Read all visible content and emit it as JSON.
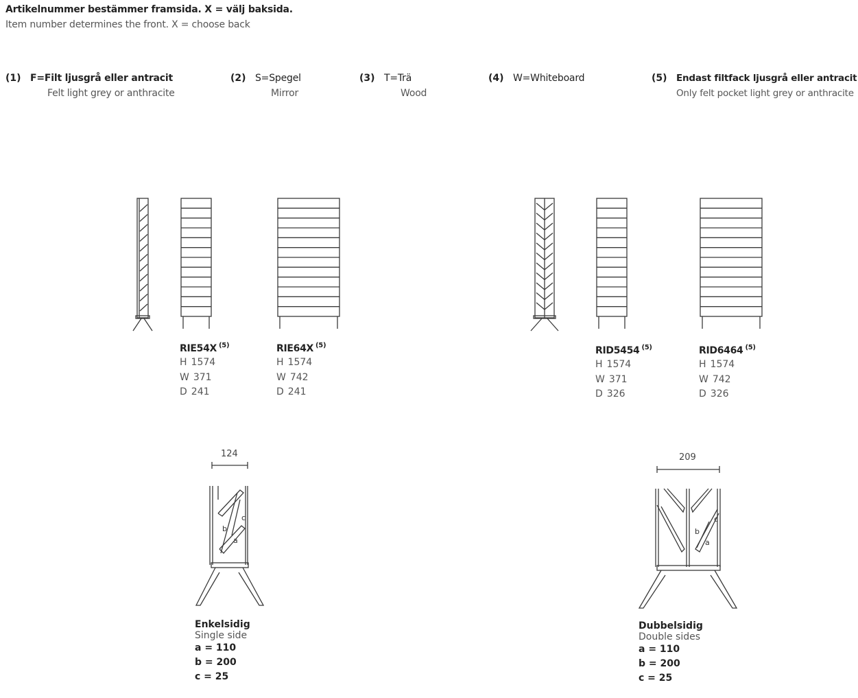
{
  "header": {
    "line_sv": "Artikelnummer bestämmer framsida. X = välj baksida.",
    "line_en": "Item number determines the front. X = choose back"
  },
  "options": [
    {
      "num": "(1)",
      "sv": "F=Filt ljusgrå eller antracit",
      "en": "Felt light grey or anthracite"
    },
    {
      "num": "(2)",
      "sv": "S=Spegel",
      "en": "Mirror"
    },
    {
      "num": "(3)",
      "sv": "T=Trä",
      "en": "Wood"
    },
    {
      "num": "(4)",
      "sv": "W=Whiteboard",
      "en": ""
    },
    {
      "num": "(5)",
      "sv": "Endast filtfack ljusgrå eller antracit",
      "en": "Only felt pocket light grey or anthracite"
    }
  ],
  "products": [
    {
      "code": "RIE54X",
      "note": "(5)",
      "h_label": "H",
      "h": "1574",
      "w_label": "W",
      "w": "371",
      "d_label": "D",
      "d": "241"
    },
    {
      "code": "RIE64X",
      "note": "(5)",
      "h_label": "H",
      "h": "1574",
      "w_label": "W",
      "w": "742",
      "d_label": "D",
      "d": "241"
    },
    {
      "code": "RID5454",
      "note": "(5)",
      "h_label": "H",
      "h": "1574",
      "w_label": "W",
      "w": "371",
      "d_label": "D",
      "d": "326"
    },
    {
      "code": "RID6464",
      "note": "(5)",
      "h_label": "H",
      "h": "1574",
      "w_label": "W",
      "w": "742",
      "d_label": "D",
      "d": "326"
    }
  ],
  "details": [
    {
      "width": "124",
      "title_sv": "Enkelsidig",
      "title_en": "Single side",
      "a": "a = 110",
      "b": "b = 200",
      "c": "c = 25",
      "labels": {
        "a": "a",
        "b": "b",
        "c": "c"
      }
    },
    {
      "width": "209",
      "title_sv": "Dubbelsidig",
      "title_en": "Double sides",
      "a": "a = 110",
      "b": "b = 200",
      "c": "c = 25",
      "labels": {
        "a": "a",
        "b": "b",
        "c": "c"
      }
    }
  ],
  "colors": {
    "line": "#3a3a3a",
    "text": "#222222",
    "muted": "#555555"
  }
}
